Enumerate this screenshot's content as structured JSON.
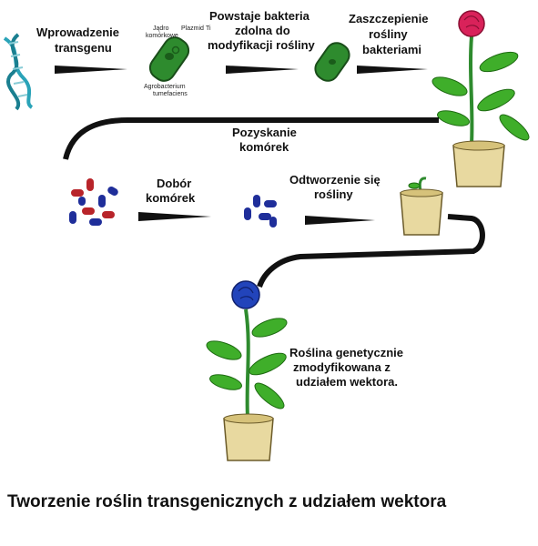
{
  "steps": {
    "step1": "Wprowadzenie",
    "step1b": "transgenu",
    "step2a": "Powstaje bakteria",
    "step2b": "zdolna do",
    "step2c": "modyfikacji rośliny",
    "step3a": "Zaszczepienie",
    "step3b": "rośliny",
    "step3c": "bakteriami",
    "step4a": "Pozyskanie",
    "step4b": "komórek",
    "step5a": "Dobór",
    "step5b": "komórek",
    "step6a": "Odtworzenie się",
    "step6b": "rośliny",
    "result1": "Roślina genetycznie",
    "result2": "zmodyfikowana z",
    "result3": "udziałem wektora."
  },
  "bacteria_labels": {
    "nucleus1": "Jądro",
    "nucleus2": "komórkowe",
    "plasmid": "Plazmid",
    "ti": "Ti",
    "agro1": "Agrobacterium",
    "agro2": "tumefaciens"
  },
  "caption": "Tworzenie roślin transgenicznych z udziałem wektora",
  "colors": {
    "bacteria": "#2e8b2e",
    "red_rose": "#d9225a",
    "blue_rose": "#2244bb",
    "pot": "#e8d9a0",
    "leaf": "#3fae2a",
    "red_cell": "#b8242a",
    "blue_cell": "#1f2e9a",
    "dna": "#2aa3b8"
  }
}
